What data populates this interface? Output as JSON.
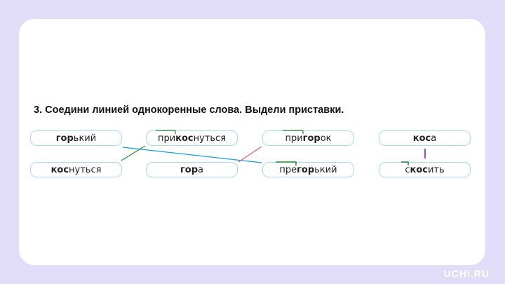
{
  "task": {
    "title": "3. Соедини линией однокоренные слова. Выдели приставки."
  },
  "words": {
    "w1": {
      "root": "гор",
      "rest": "ький"
    },
    "w2": {
      "pre": "при",
      "root": "кос",
      "rest": "нуться"
    },
    "w3": {
      "pre": "при",
      "root": "гор",
      "rest": "ок"
    },
    "w4": {
      "root": "кос",
      "rest": "а"
    },
    "w5": {
      "root": "кос",
      "rest": "нуться"
    },
    "w6": {
      "root": "гор",
      "rest": "а"
    },
    "w7": {
      "pre": "пре",
      "root": "гор",
      "rest": "ький"
    },
    "w8": {
      "pre": "с",
      "root": "кос",
      "rest": "ить"
    }
  },
  "colors": {
    "background": "#e1ddf8",
    "line_blue": "#1a9fd0",
    "line_green": "#2e8b3a",
    "line_pink": "#e05a78",
    "line_purple": "#9b4fd0"
  },
  "watermark": "UCHi.RU"
}
